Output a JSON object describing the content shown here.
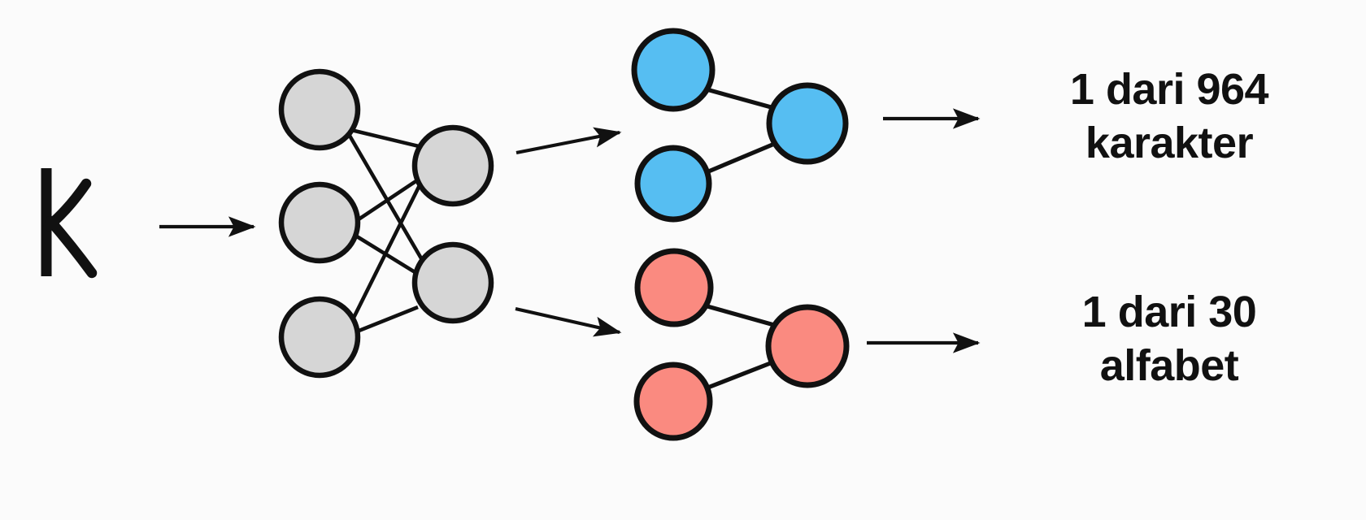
{
  "diagram": {
    "title": "",
    "background_color": "#fbfbfb",
    "stroke_color": "#111111",
    "input_glyph": {
      "name": "handwritten-character-k",
      "character": "k",
      "color": "#111111"
    },
    "encoder": {
      "name": "shared-feature-network",
      "node_fill": "#d6d6d6",
      "node_stroke": "#111111",
      "input_layer_count": 3,
      "output_layer_count": 2
    },
    "branches": [
      {
        "id": "character-head",
        "node_fill": "#56bef2",
        "node_stroke": "#111111",
        "first_layer_count": 2,
        "second_layer_count": 1,
        "label": "1 dari 964\nkarakter",
        "label_line1": "1 dari 964",
        "label_line2": "karakter",
        "count": 964,
        "unit": "karakter"
      },
      {
        "id": "alphabet-head",
        "node_fill": "#fa8a80",
        "node_stroke": "#111111",
        "first_layer_count": 2,
        "second_layer_count": 1,
        "label": "1 dari 30\nalfabet",
        "label_line1": "1 dari 30",
        "label_line2": "alfabet",
        "count": 30,
        "unit": "alfabet"
      }
    ],
    "arrows": [
      {
        "name": "arrow-input-to-encoder",
        "direction": "right"
      },
      {
        "name": "arrow-encoder-to-character-head",
        "direction": "right-up"
      },
      {
        "name": "arrow-encoder-to-alphabet-head",
        "direction": "right-down"
      },
      {
        "name": "arrow-character-head-to-label",
        "direction": "right"
      },
      {
        "name": "arrow-alphabet-head-to-label",
        "direction": "right"
      }
    ]
  }
}
